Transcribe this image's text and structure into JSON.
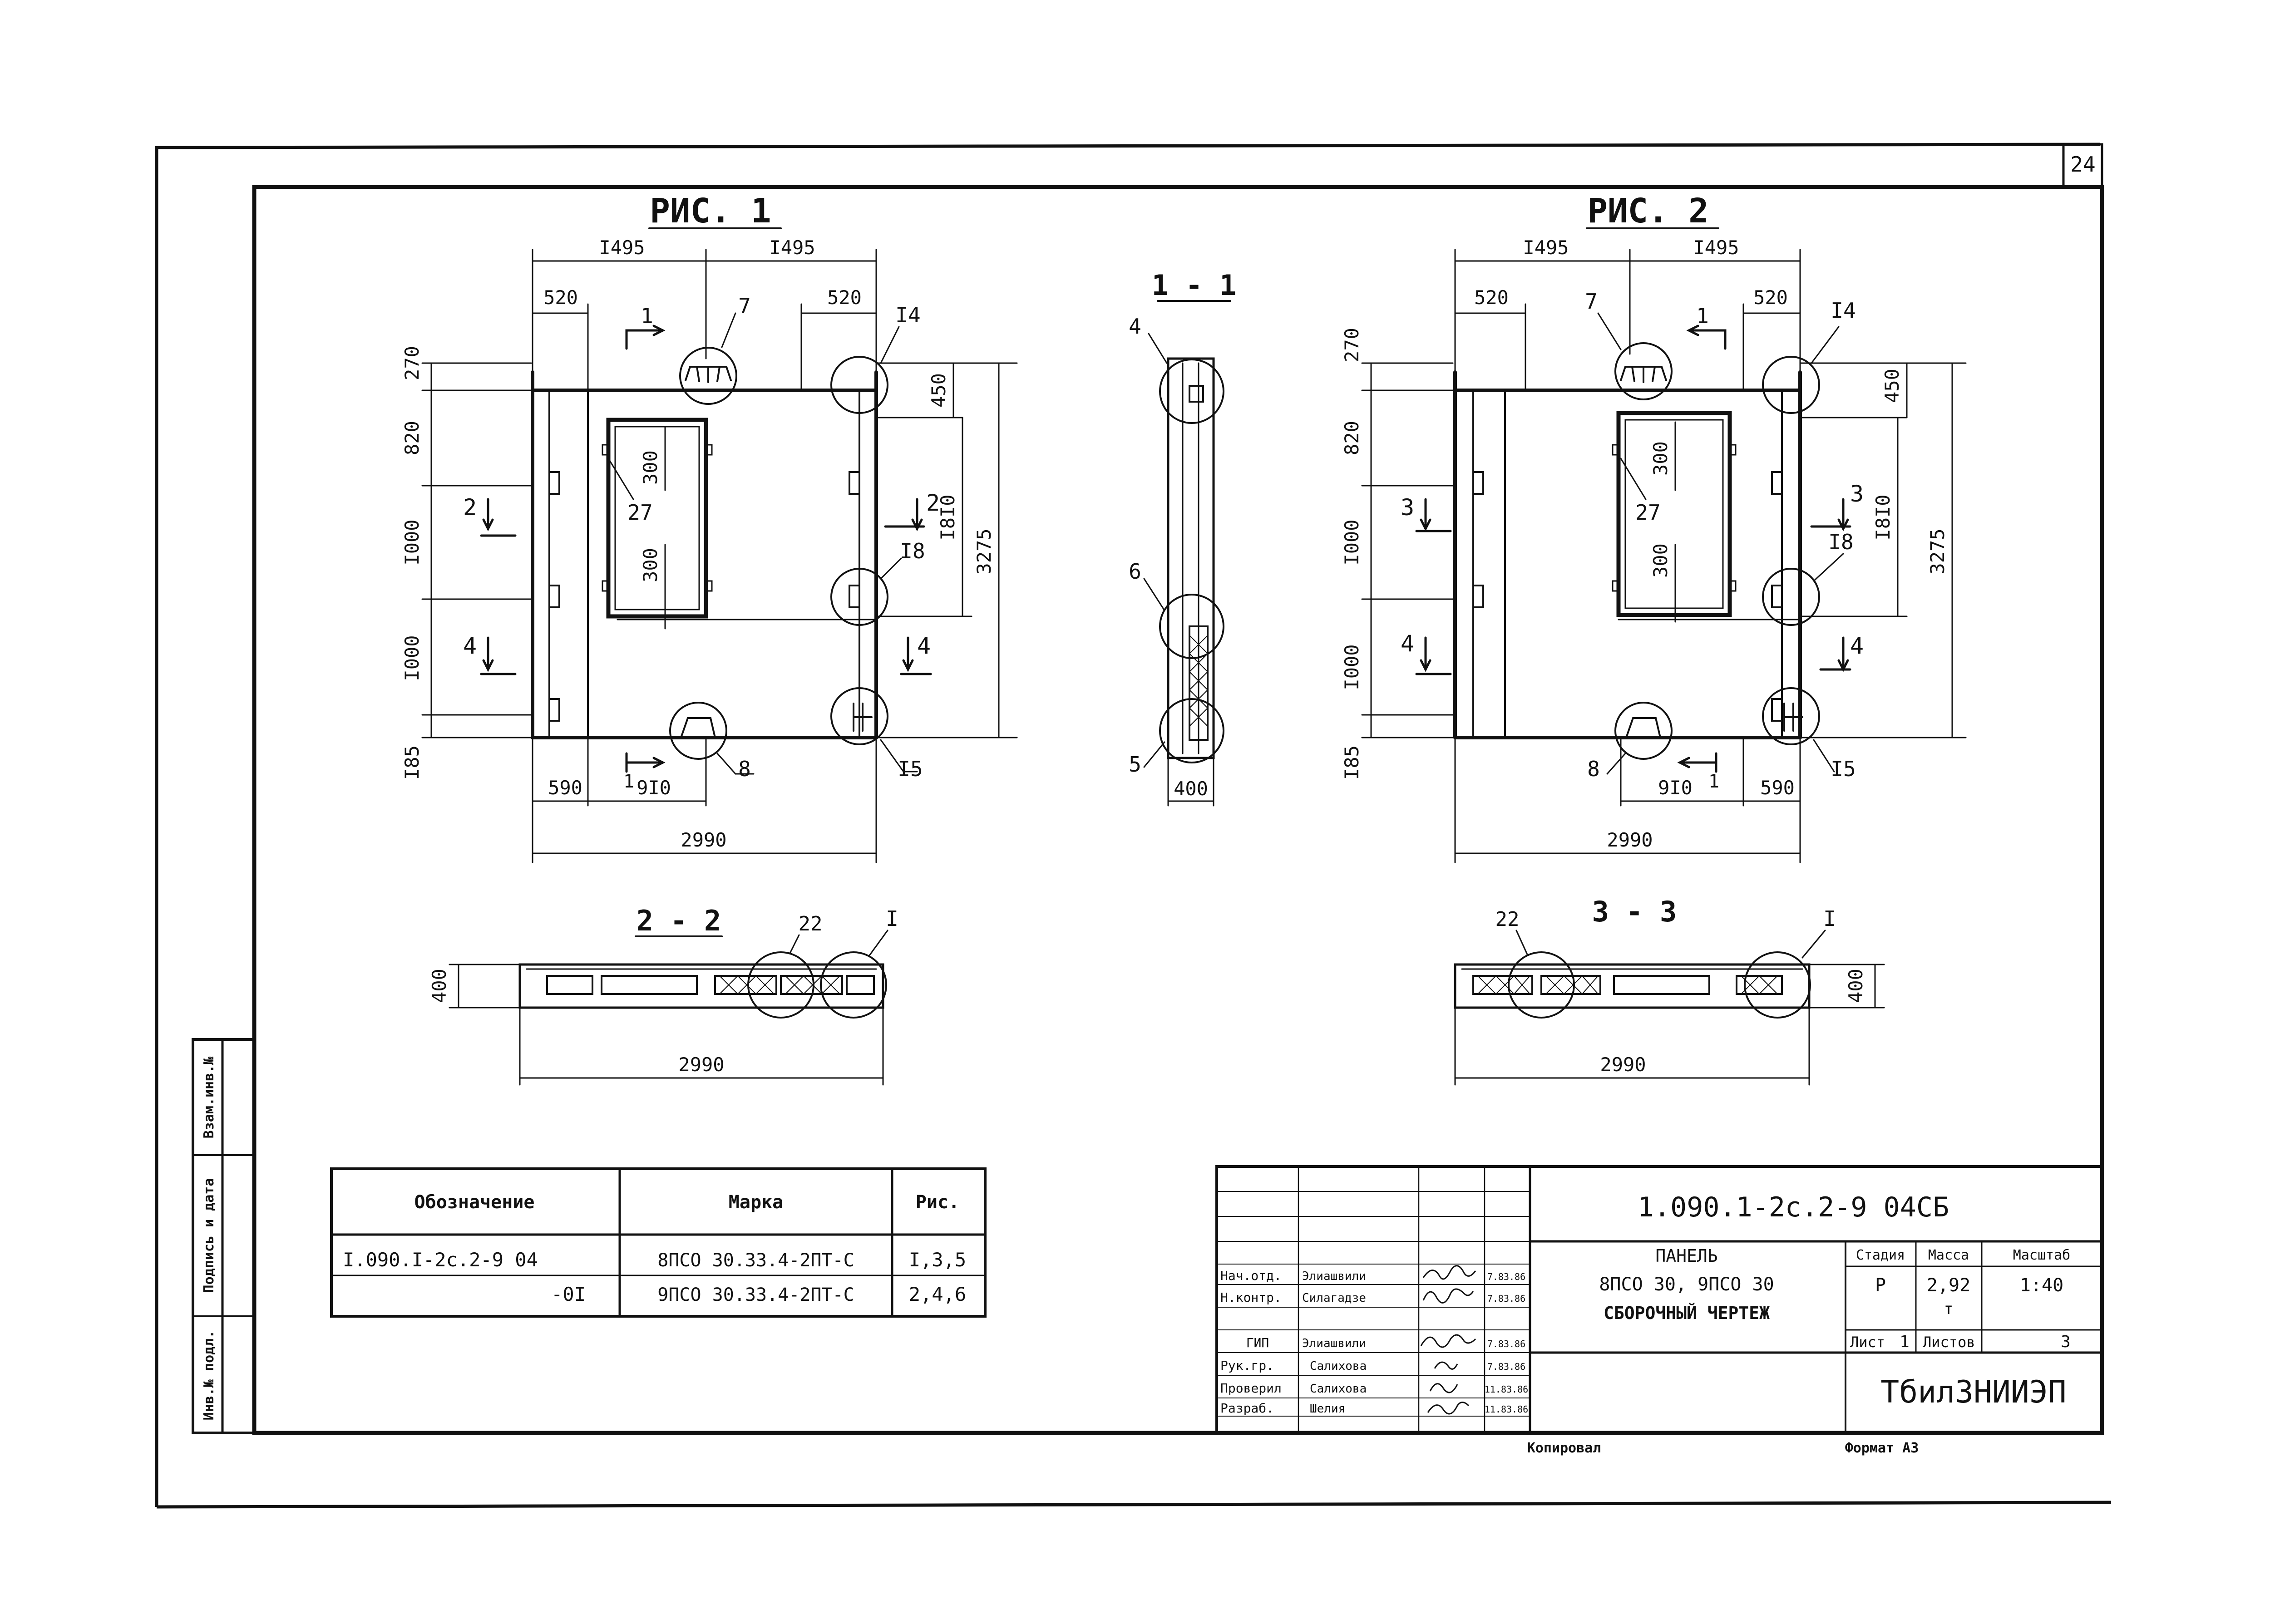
{
  "sheet": {
    "sheet_number": "24",
    "fig1_title": "РИС. 1",
    "fig2_title": "РИС. 2",
    "section_1_1": "1 - 1",
    "section_2_2": "2 - 2",
    "section_3_3": "3 - 3",
    "copied_label": "Копировал",
    "format_label": "Формат А3"
  },
  "fig1": {
    "dim_top_left": "I495",
    "dim_top_right": "I495",
    "dim_520_left": "520",
    "dim_520_right": "520",
    "dim_270": "270",
    "dim_820": "820",
    "dim_1000_a": "I000",
    "dim_1000_b": "I000",
    "dim_185": "I85",
    "dim_450": "450",
    "dim_1810": "I8I0",
    "dim_3275": "3275",
    "dim_300_a": "300",
    "dim_300_b": "300",
    "dim_590": "590",
    "dim_910": "9I0",
    "dim_2990": "2990",
    "mark_7": "7",
    "mark_14": "I4",
    "mark_18": "I8",
    "mark_15": "I5",
    "mark_8": "8",
    "mark_27": "27",
    "cut_1_top": "1",
    "cut_1_bottom": "1",
    "cut_2_left": "2",
    "cut_2_right": "2",
    "cut_4_left": "4",
    "cut_4_right": "4"
  },
  "fig2": {
    "dim_top_left": "I495",
    "dim_top_right": "I495",
    "dim_520_left": "520",
    "dim_520_right": "520",
    "dim_270": "270",
    "dim_820": "820",
    "dim_1000_a": "I000",
    "dim_1000_b": "I000",
    "dim_185": "I85",
    "dim_450": "450",
    "dim_1810": "I8I0",
    "dim_3275": "3275",
    "dim_300_a": "300",
    "dim_300_b": "300",
    "dim_590": "590",
    "dim_910": "9I0",
    "dim_2990": "2990",
    "mark_7": "7",
    "mark_14": "I4",
    "mark_18": "I8",
    "mark_15": "I5",
    "mark_8": "8",
    "mark_27": "27",
    "cut_1_top": "1",
    "cut_1_bottom": "1",
    "cut_3_left": "3",
    "cut_3_right": "3",
    "cut_4_left": "4",
    "cut_4_right": "4"
  },
  "section11": {
    "mark_4": "4",
    "mark_6": "6",
    "mark_5": "5",
    "dim_400": "400"
  },
  "section22": {
    "mark_22": "22",
    "mark_1": "I",
    "dim_400": "400",
    "dim_2990": "2990"
  },
  "section33": {
    "mark_22": "22",
    "mark_1": "I",
    "dim_400": "400",
    "dim_2990": "2990"
  },
  "spec_table": {
    "headers": [
      "Обозначение",
      "Марка",
      "Рис."
    ],
    "rows": [
      [
        "I.090.I-2с.2-9 04",
        "8ПСО 30.33.4-2ПТ-С",
        "I,3,5"
      ],
      [
        "-0I",
        "9ПСО 30.33.4-2ПТ-С",
        "2,4,6"
      ]
    ]
  },
  "side_stamp": {
    "labels": [
      "Инв.№ подл.",
      "Подпись и дата",
      "Взам.инв.№"
    ]
  },
  "title_block": {
    "doc_code": "1.090.1-2с.2-9  04СБ",
    "title_lines": [
      "ПАНЕЛЬ",
      "8ПСО 30, 9ПСО 30",
      "СБОРОЧНЫЙ ЧЕРТЕЖ"
    ],
    "stage_header": "Стадия",
    "mass_header": "Масса",
    "scale_header": "Масштаб",
    "stage_value": "Р",
    "mass_value": "2,92",
    "mass_unit": "т",
    "scale_value": "1:40",
    "sheet_label": "Лист",
    "sheet_value": "1",
    "sheets_label": "Листов",
    "sheets_value": "3",
    "organization": "ТбилЗНИИЭП",
    "signatures": [
      {
        "role": "Нач.отд.",
        "name": "Элиашвили",
        "date": "7.83.86"
      },
      {
        "role": "Н.контр.",
        "name": "Силагадзе",
        "date": "7.83.86"
      },
      {
        "role": "ГИП",
        "name": "Элиашвили",
        "date": "7.83.86"
      },
      {
        "role": "Рук.гр.",
        "name": "Салихова",
        "date": "7.83.86"
      },
      {
        "role": "Проверил",
        "name": "Салихова",
        "date": "11.83.86"
      },
      {
        "role": "Разраб.",
        "name": "Шелия",
        "date": "11.83.86"
      }
    ]
  }
}
